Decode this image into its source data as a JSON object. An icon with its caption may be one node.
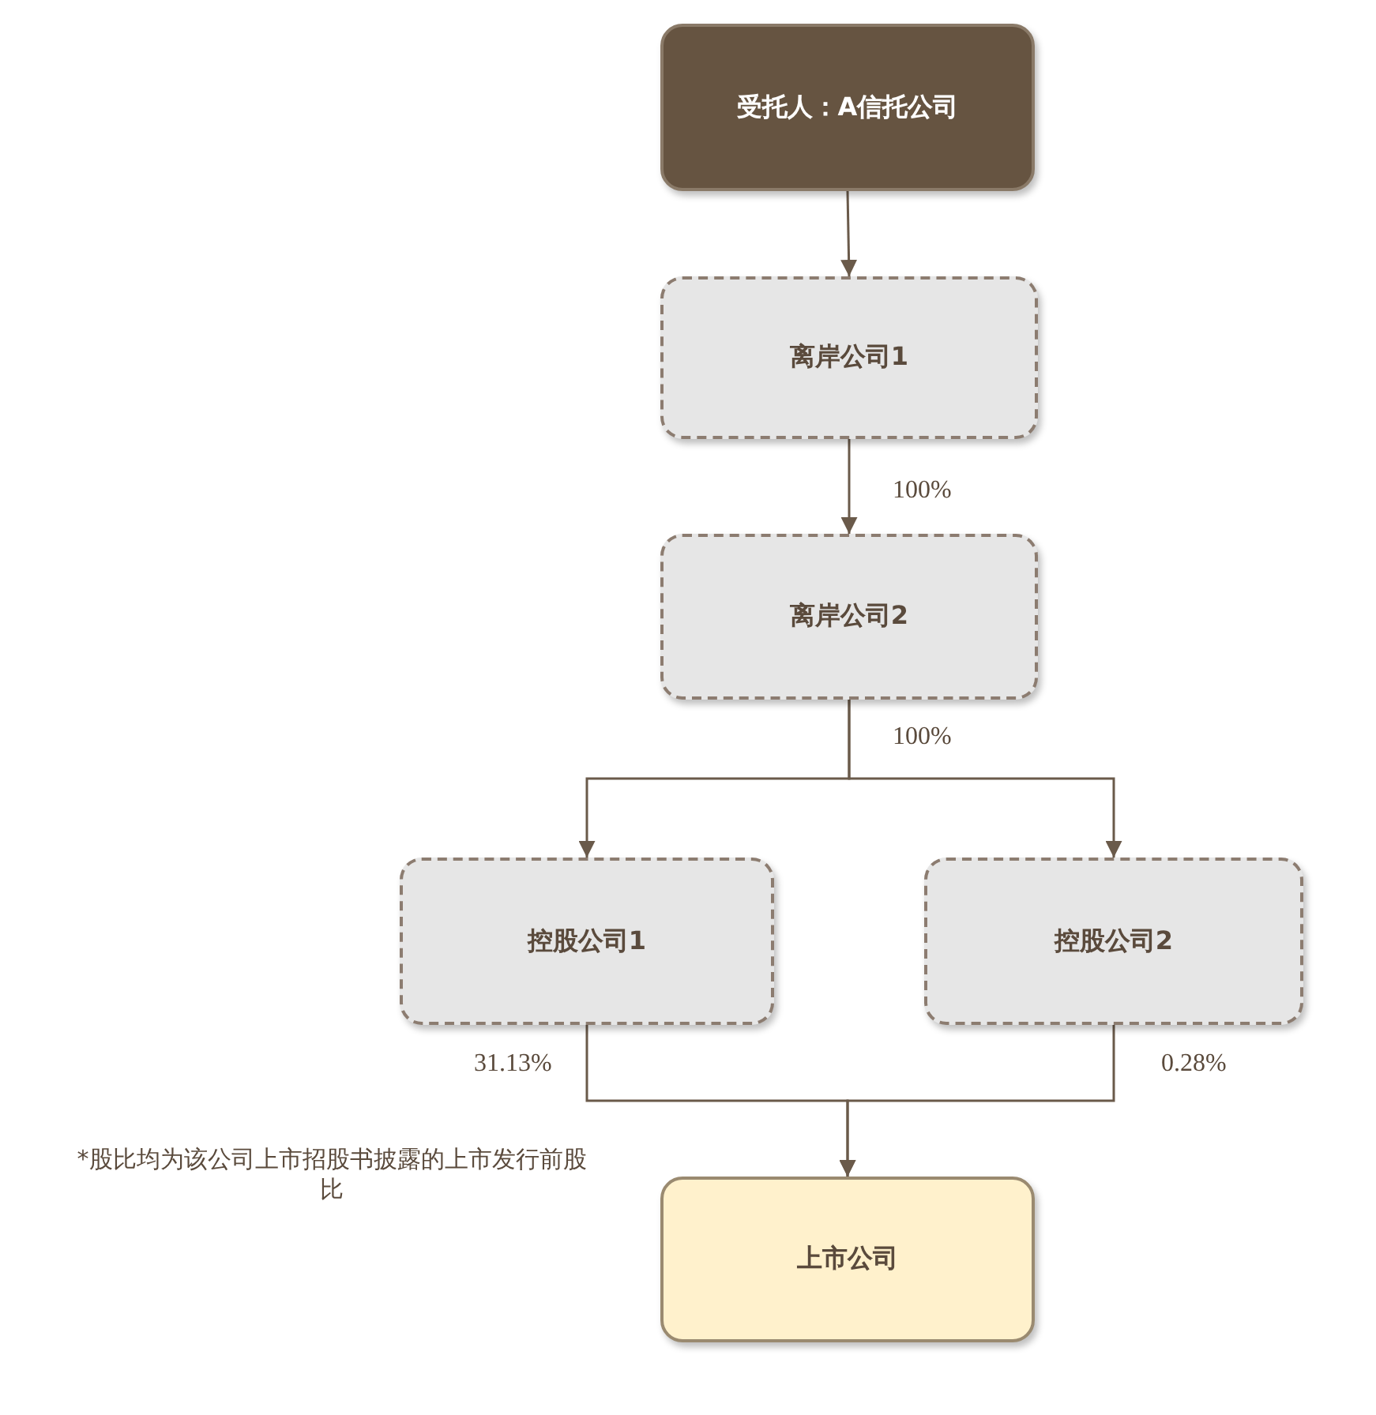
{
  "diagram": {
    "nodes": [
      {
        "text": [
          "受托人：A信托公司"
        ]
      },
      {
        "text": [
          "离岸公司1"
        ]
      },
      {
        "text": [
          "离岸公司2"
        ]
      },
      {
        "text": [
          "控股公司1"
        ]
      },
      {
        "text": [
          "控股公司2"
        ]
      },
      {
        "text": [
          "上市公司"
        ]
      }
    ],
    "edges": [
      {
        "from": 0,
        "to": 1,
        "arrow": "to"
      },
      {
        "from": 1,
        "to": 2,
        "arrow": "to",
        "label": "100%"
      },
      {
        "from": 2,
        "to": 3,
        "arrow": "to",
        "label": "100%"
      },
      {
        "from": 2,
        "to": 4,
        "arrow": "to"
      },
      {
        "from": 3,
        "to": 5,
        "arrow": "to",
        "label": "31.13%"
      },
      {
        "from": 4,
        "to": 5,
        "arrow": "to",
        "label": "0.28%"
      }
    ],
    "labels": [
      "*股比均为该公司上市招股书披露的上市发行前股比"
    ]
  }
}
